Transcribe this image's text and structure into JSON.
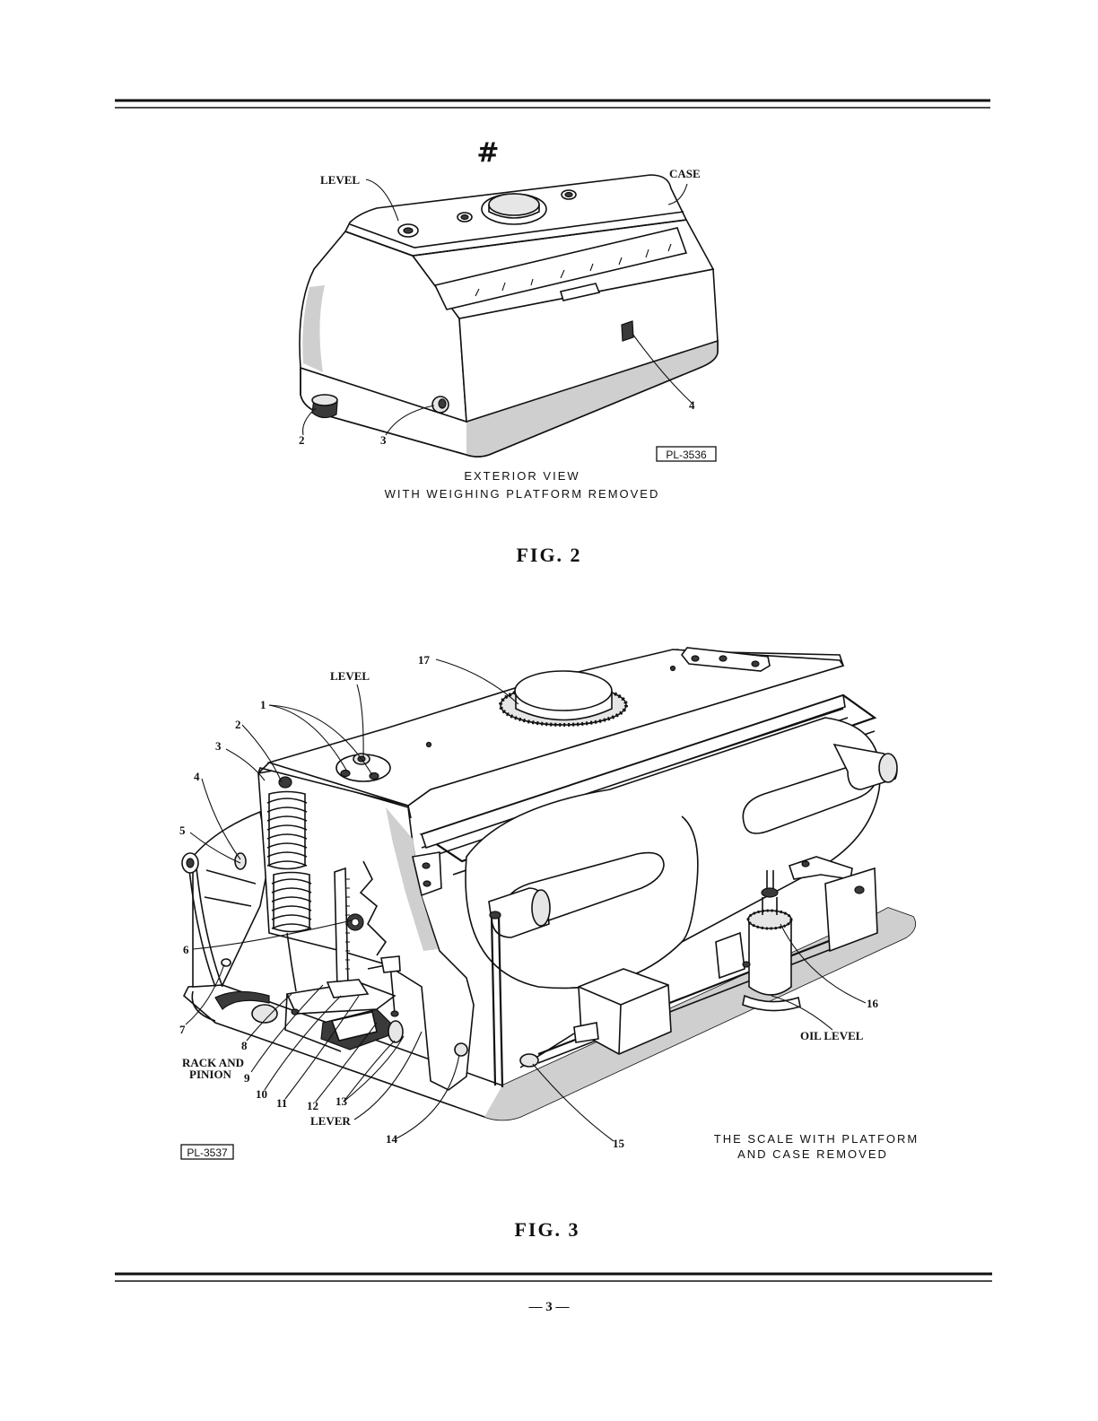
{
  "symbol": "#",
  "figure2": {
    "labels": {
      "level": "LEVEL",
      "case": "CASE",
      "n2": "2",
      "n3": "3",
      "n4": "4"
    },
    "plate_code": "PL-3536",
    "caption_line1": "EXTERIOR VIEW",
    "caption_line2": "WITH WEIGHING PLATFORM REMOVED",
    "title": "FIG. 2"
  },
  "figure3": {
    "labels": {
      "level": "LEVEL",
      "n1": "1",
      "n2": "2",
      "n3": "3",
      "n4": "4",
      "n5": "5",
      "n6": "6",
      "n7": "7",
      "n8": "8",
      "n9": "9",
      "n10": "10",
      "n11": "11",
      "n12": "12",
      "n13": "13",
      "n14": "14",
      "n15": "15",
      "n16": "16",
      "n17": "17",
      "rack1": "RACK AND",
      "rack2": "PINION",
      "lever": "LEVER",
      "oil_level": "OIL LEVEL"
    },
    "plate_code": "PL-3537",
    "caption_line1": "THE SCALE WITH PLATFORM",
    "caption_line2": "AND CASE REMOVED",
    "title": "FIG. 3"
  },
  "page_number": "— 3 —"
}
